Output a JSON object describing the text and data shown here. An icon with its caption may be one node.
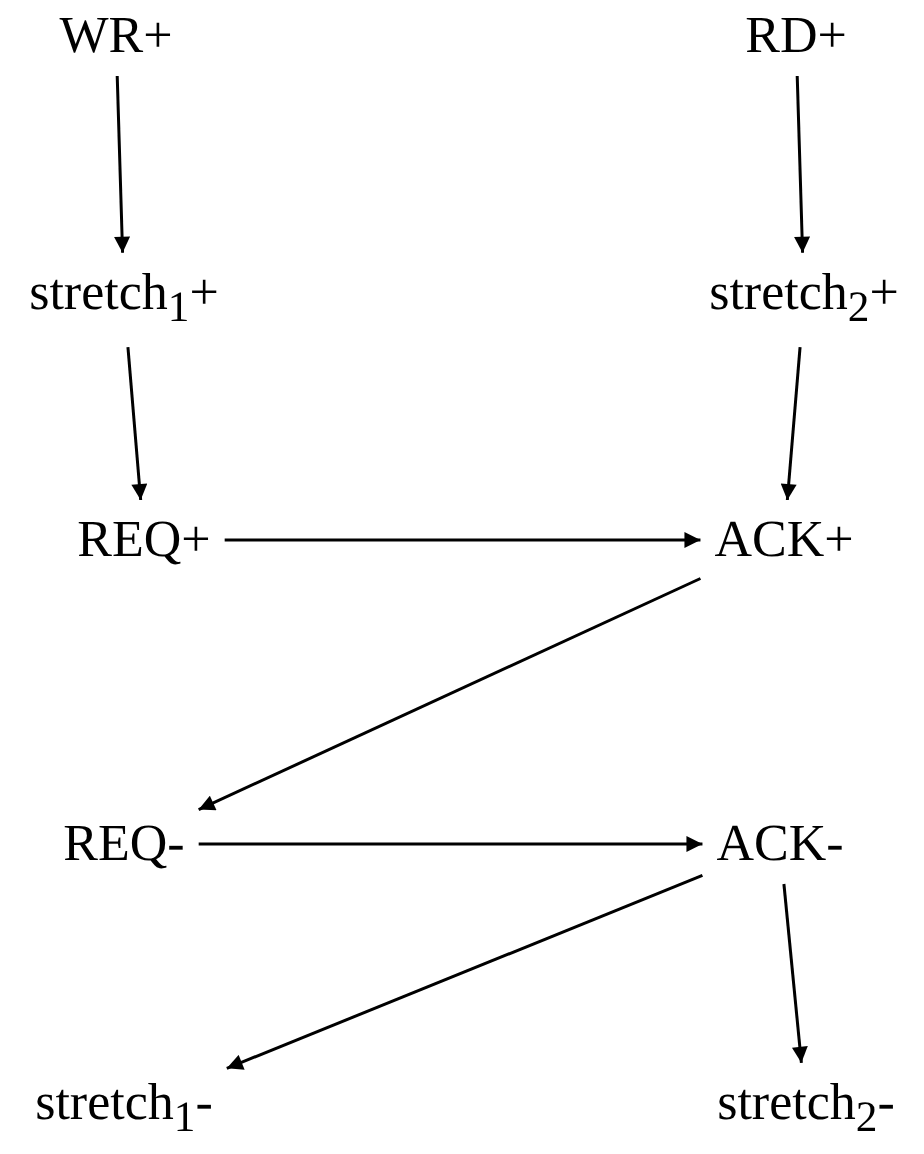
{
  "diagram": {
    "nodes": [
      {
        "text": [
          "WR+"
        ]
      },
      {
        "text": [
          "RD+"
        ]
      },
      {
        "text": [
          "stretch$_{1}$+"
        ]
      },
      {
        "text": [
          "stretch$_{2}$+"
        ]
      },
      {
        "text": [
          "REQ+"
        ]
      },
      {
        "text": [
          "ACK+"
        ]
      },
      {
        "text": [
          "REQ-"
        ]
      },
      {
        "text": [
          "ACK-"
        ]
      },
      {
        "text": [
          "stretch$_{1}$-"
        ]
      },
      {
        "text": [
          "stretch$_{2}$-"
        ]
      }
    ],
    "edges": [
      {
        "from": 0,
        "to": 2,
        "arrow": "to"
      },
      {
        "from": 1,
        "to": 3,
        "arrow": "to"
      },
      {
        "from": 2,
        "to": 4,
        "arrow": "to"
      },
      {
        "from": 3,
        "to": 5,
        "arrow": "to"
      },
      {
        "from": 4,
        "to": 5,
        "arrow": "to"
      },
      {
        "from": 5,
        "to": 6,
        "arrow": "to"
      },
      {
        "from": 6,
        "to": 7,
        "arrow": "to"
      },
      {
        "from": 7,
        "to": 8,
        "arrow": "to"
      },
      {
        "from": 7,
        "to": 9,
        "arrow": "to"
      }
    ]
  }
}
